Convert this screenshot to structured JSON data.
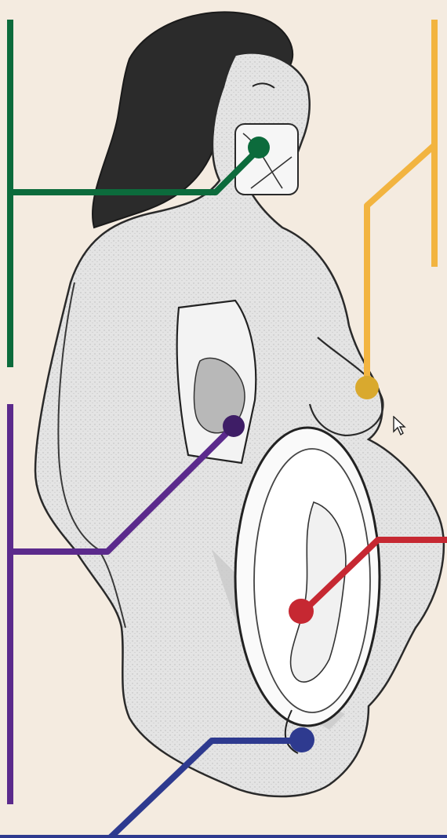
{
  "colors": {
    "background": "#f4ebe0",
    "body_fill": "#e6e6e6",
    "outline": "#2a2a2a",
    "hair": "#2b2b2b",
    "mouth_line": "#0c6b3c",
    "breast_line": "#f2b440",
    "stomach_line": "#5b2a8c",
    "uterus_line": "#c62832",
    "cervix_line": "#2e3a8f"
  },
  "callouts": [
    {
      "id": "mouth",
      "color": "#0c6b3c",
      "marker_color": "#0c6b3c"
    },
    {
      "id": "breast",
      "color": "#f2b440",
      "marker_color": "#d9a92e"
    },
    {
      "id": "stomach",
      "color": "#5b2a8c",
      "marker_color": "#3e1d66"
    },
    {
      "id": "uterus",
      "color": "#c62832",
      "marker_color": "#c62832"
    },
    {
      "id": "cervix",
      "color": "#2e3a8f",
      "marker_color": "#2e3a8f"
    }
  ],
  "icons": {
    "cursor": "mouse-pointer-icon"
  }
}
